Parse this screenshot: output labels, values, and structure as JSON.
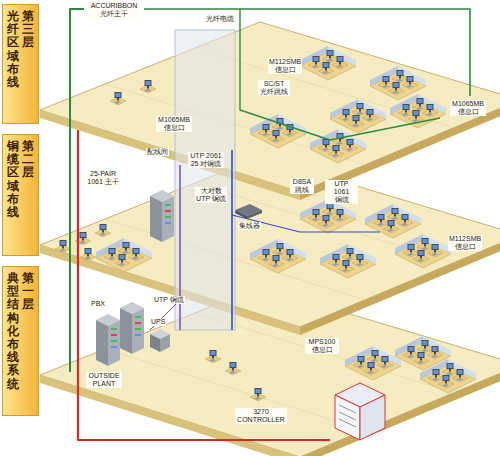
{
  "diagram": {
    "nodes": [
      {
        "text": [
          "第三层",
          "光纤区域布线"
        ]
      },
      {
        "text": [
          "第二层",
          "铜缆区域布线"
        ]
      },
      {
        "text": [
          "第一层",
          "典型结构化布线系统"
        ]
      }
    ],
    "labels": [
      "ACCURIBBON 光纤主干",
      "光纤电缆",
      "M112SMB 信息口",
      "SC/ST 光纤跳线",
      "M1065MB 信息口",
      "M1065MB 信息口",
      "配线间",
      "UTP 2061 25 对铜缆",
      "25-PAIR 1061 主干",
      "大对数 UTP 铜缆",
      "D8SA 跳线",
      "UTP 1061 铜缆",
      "集线器",
      "M112SMB 信息口",
      "UTP 铜缆",
      "PBX",
      "UPS",
      "MPS100 信息口",
      "OUTSIDE PLANT",
      "3270 CONTROLLER"
    ]
  }
}
